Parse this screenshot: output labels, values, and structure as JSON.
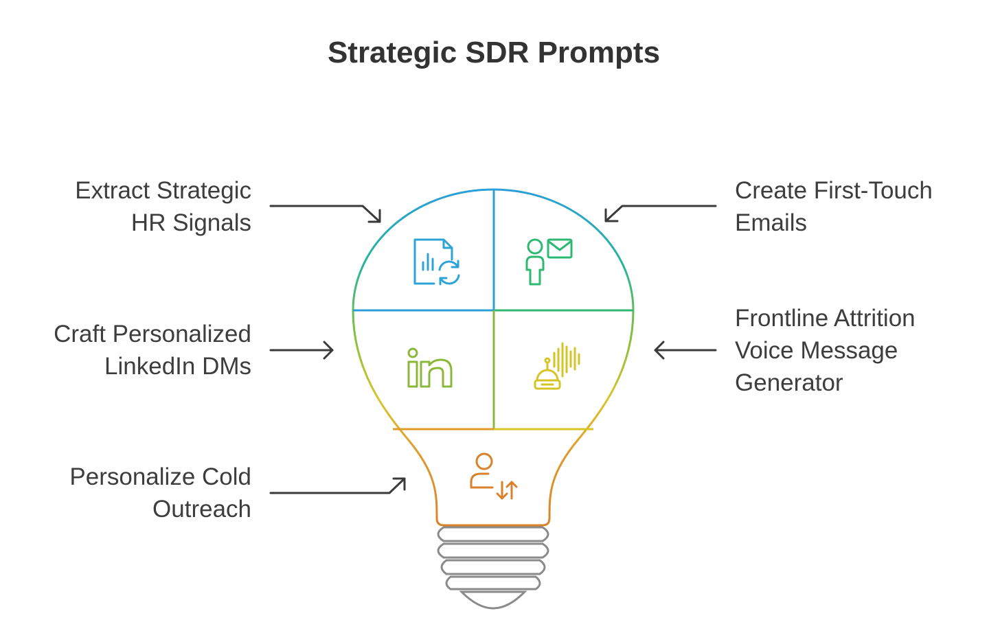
{
  "title": "Strategic SDR Prompts",
  "items": [
    {
      "lines": [
        "Extract Strategic",
        "HR Signals"
      ],
      "icon": "document-chart-refresh-icon",
      "color": "#2ea3d5"
    },
    {
      "lines": [
        "Create First-Touch",
        "Emails"
      ],
      "icon": "person-mail-icon",
      "color": "#2eb872"
    },
    {
      "lines": [
        "Craft Personalized",
        "LinkedIn DMs"
      ],
      "icon": "linkedin-icon",
      "color": "#8cb83a"
    },
    {
      "lines": [
        "Frontline Attrition",
        "Voice Message",
        "Generator"
      ],
      "icon": "robot-voice-icon",
      "color": "#d6c424"
    },
    {
      "lines": [
        "Personalize Cold",
        "Outreach"
      ],
      "icon": "person-transfer-icon",
      "color": "#d9822b"
    }
  ],
  "base_color": "#8a8a8a"
}
